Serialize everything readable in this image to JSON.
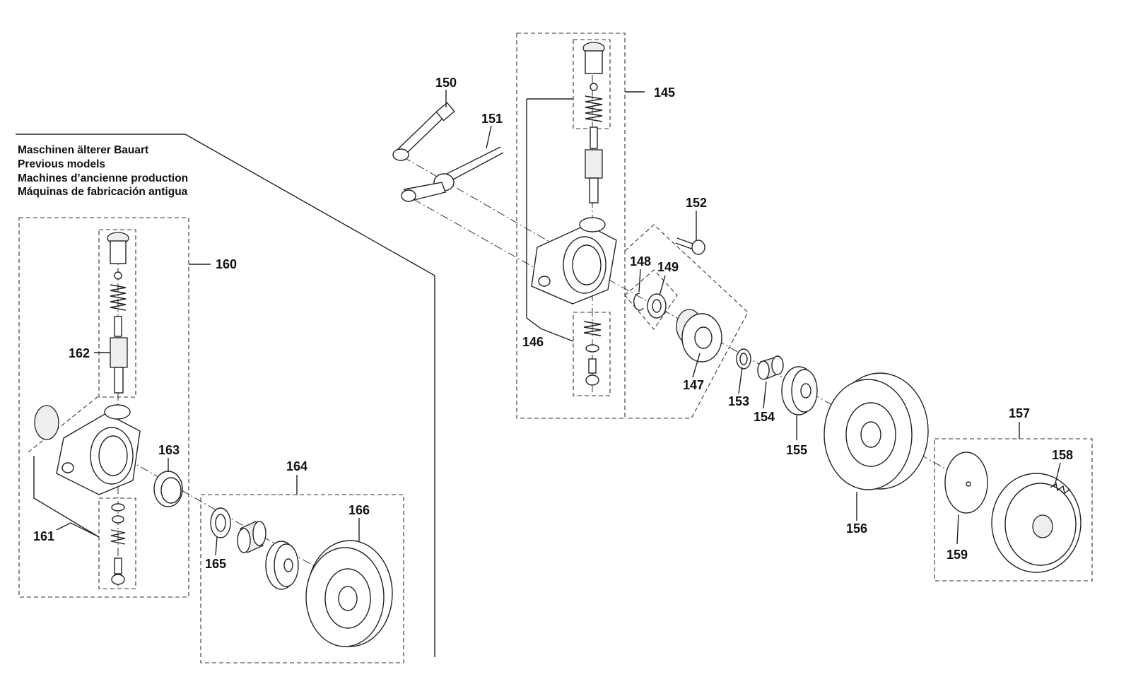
{
  "legend": {
    "de": "Maschinen älterer Bauart",
    "en": "Previous models",
    "fr": "Machines d’ancienne production",
    "es": "Máquinas de fabricación antigua"
  },
  "parts": {
    "p145": "145",
    "p146": "146",
    "p147": "147",
    "p148": "148",
    "p149": "149",
    "p150": "150",
    "p151": "151",
    "p152": "152",
    "p153": "153",
    "p154": "154",
    "p155": "155",
    "p156": "156",
    "p157": "157",
    "p158": "158",
    "p159": "159",
    "p160": "160",
    "p161": "161",
    "p162": "162",
    "p163": "163",
    "p164": "164",
    "p165": "165",
    "p166": "166"
  }
}
